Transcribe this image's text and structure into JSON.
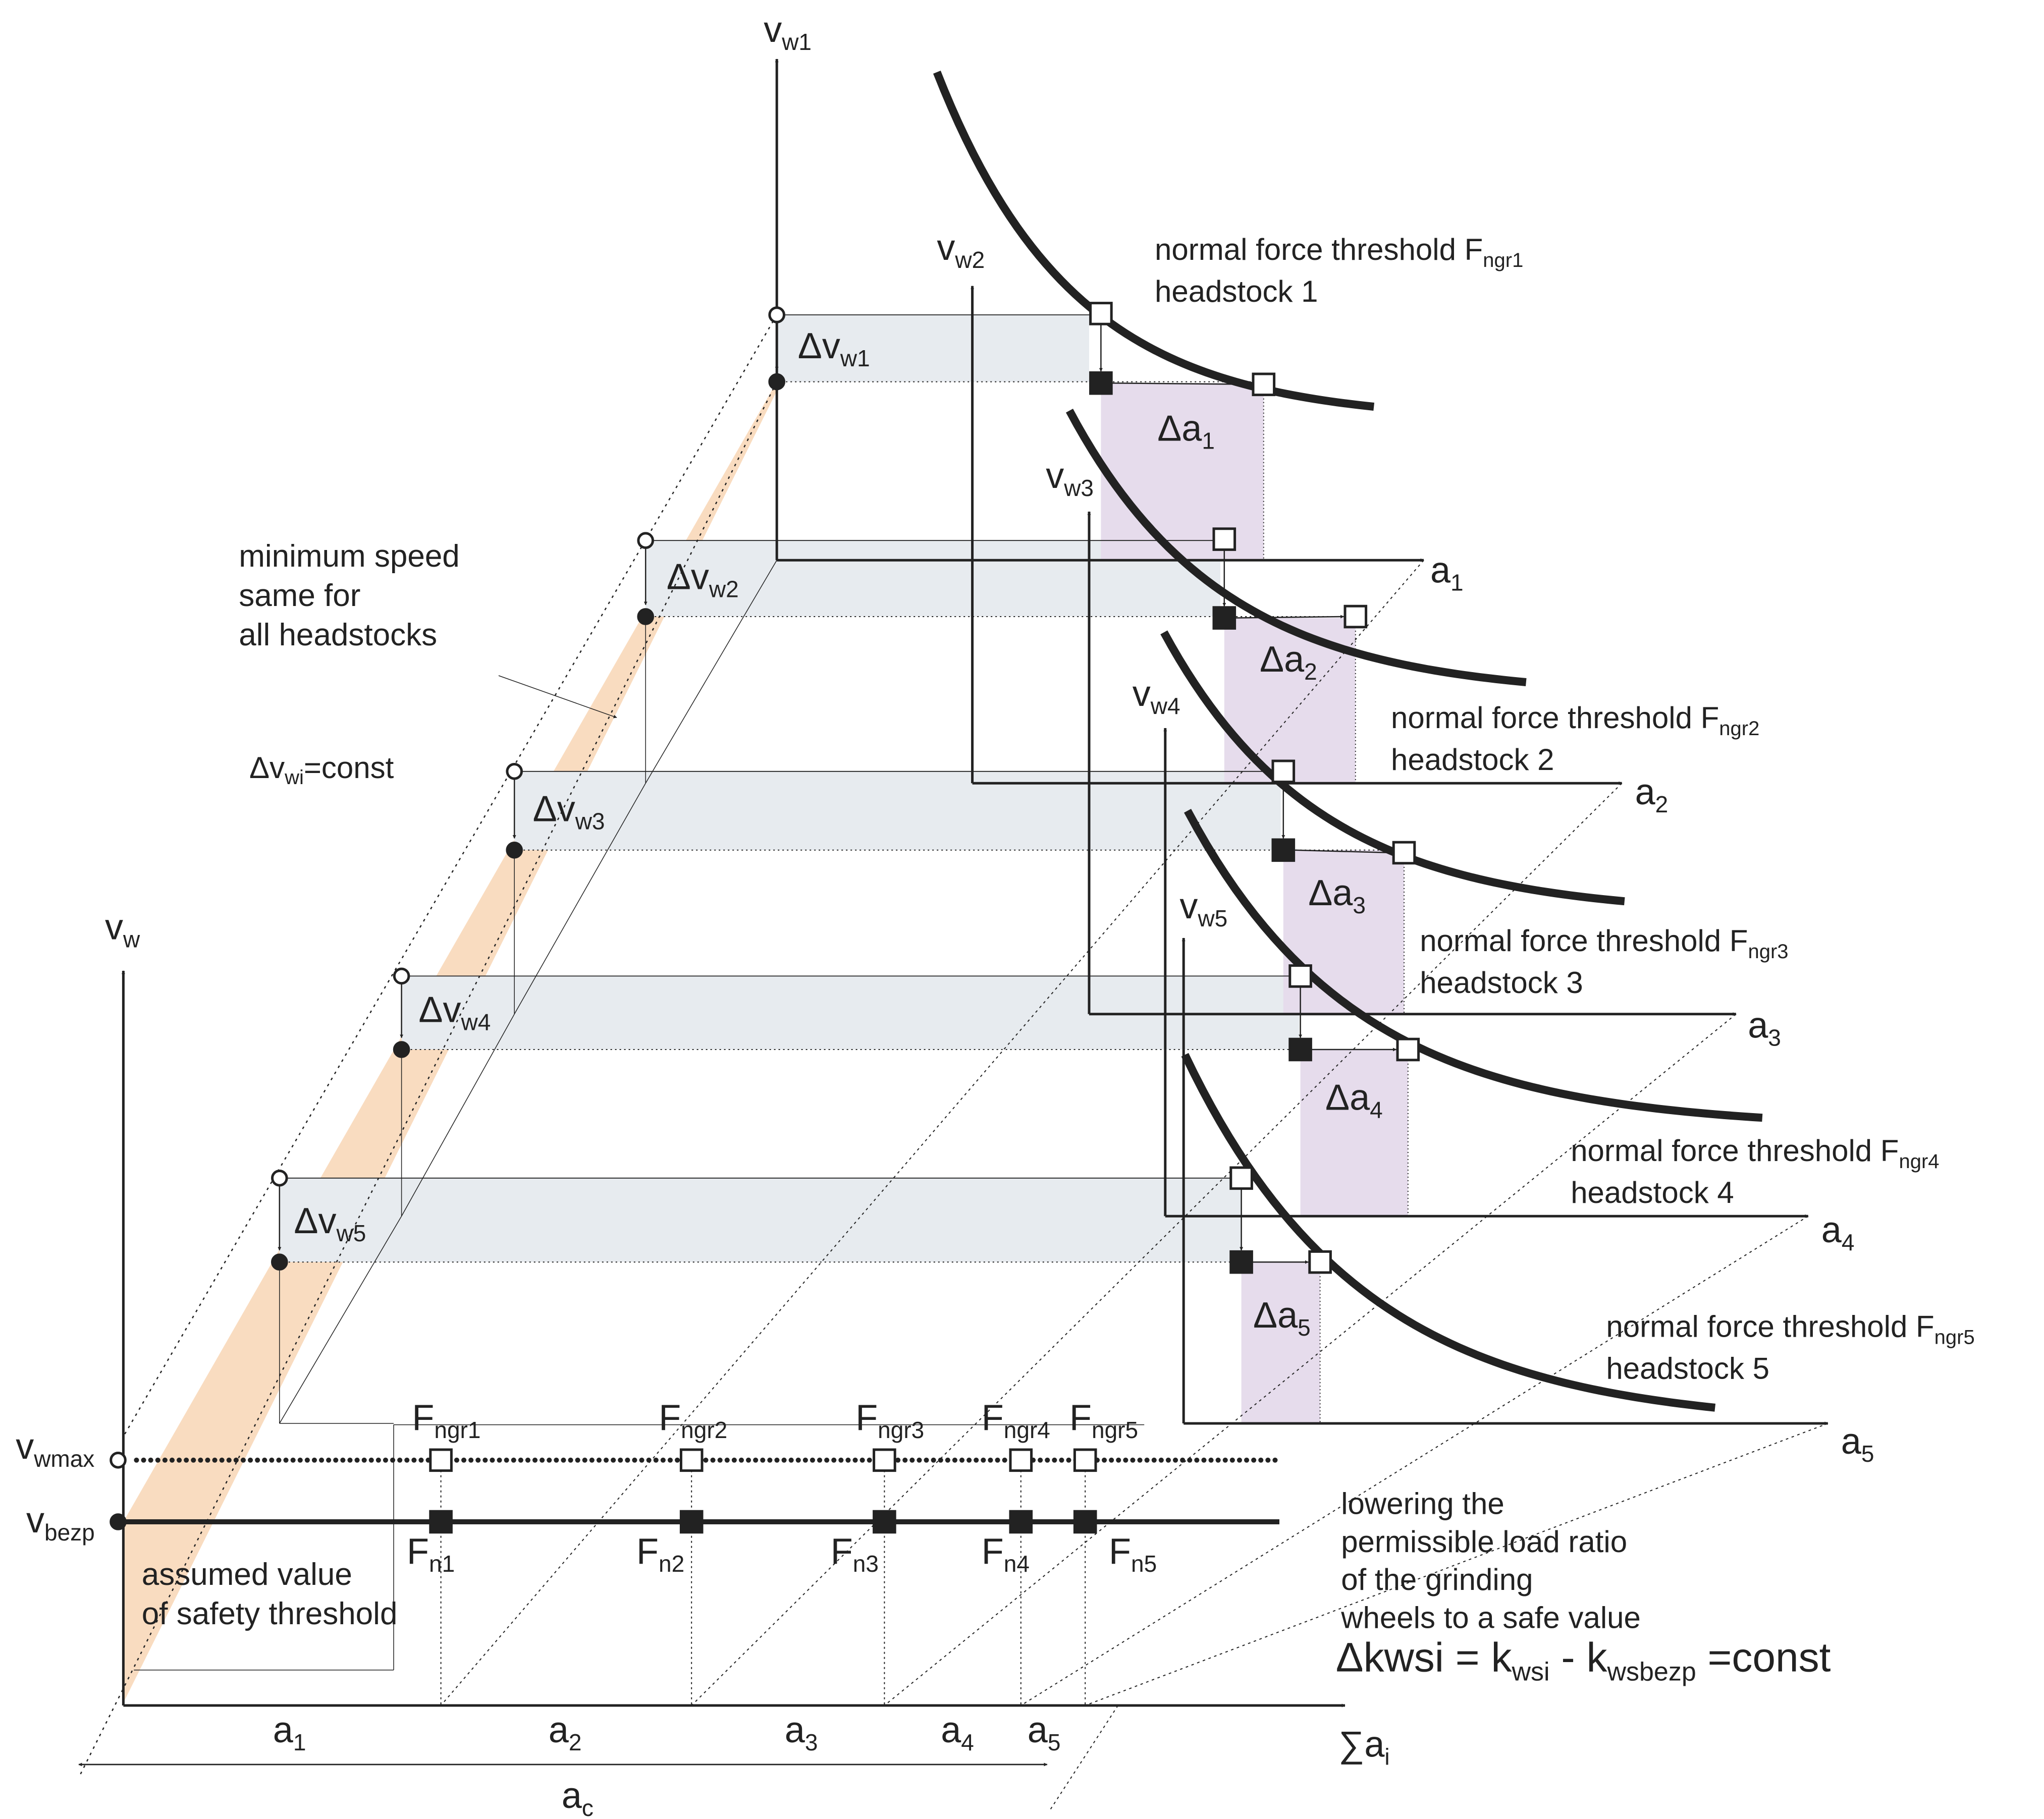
{
  "colors": {
    "ink": "#222222",
    "band_gray": "#e7ebef",
    "band_orange": "#f9dcc0",
    "band_purple": "#e6dcec"
  },
  "labels": {
    "vw_axis": "v",
    "vw_axis_sub": "w",
    "vwmax": "v",
    "vwmax_sub": "wmax",
    "vbezp": "v",
    "vbezp_sub": "bezp",
    "sum_ai": "∑a",
    "sum_ai_sub": "i",
    "ac": "a",
    "ac_sub": "c",
    "dvwi_const": "Δv",
    "dvwi_const_sub": "wi",
    "dvwi_const_tail": "=const"
  },
  "annotations": {
    "min_speed": [
      "minimum speed",
      "same for",
      "all headstocks"
    ],
    "safety": [
      "assumed value",
      "of safety threshold"
    ],
    "lowering": [
      "lowering the",
      "permissible load ratio",
      "of the grinding",
      "wheels to a safe value"
    ],
    "formula_a": "Δkwsi = k",
    "formula_sub1": "wsi",
    "formula_b": " - k",
    "formula_sub2": "wsbezp",
    "formula_c": " =const"
  },
  "bottom_axis": {
    "segments": [
      {
        "main": "a",
        "sub": "1"
      },
      {
        "main": "a",
        "sub": "2"
      },
      {
        "main": "a",
        "sub": "3"
      },
      {
        "main": "a",
        "sub": "4"
      },
      {
        "main": "a",
        "sub": "5"
      }
    ],
    "thresholds_top": [
      {
        "main": "F",
        "sub": "ngr1"
      },
      {
        "main": "F",
        "sub": "ngr2"
      },
      {
        "main": "F",
        "sub": "ngr3"
      },
      {
        "main": "F",
        "sub": "ngr4"
      },
      {
        "main": "F",
        "sub": "ngr5"
      }
    ],
    "forces_bottom": [
      {
        "main": "F",
        "sub": "n1"
      },
      {
        "main": "F",
        "sub": "n2"
      },
      {
        "main": "F",
        "sub": "n3"
      },
      {
        "main": "F",
        "sub": "n4"
      },
      {
        "main": "F",
        "sub": "n5"
      }
    ]
  },
  "headstocks": [
    {
      "v_main": "v",
      "v_sub": "w1",
      "dv_main": "Δv",
      "dv_sub": "w1",
      "a_main": "a",
      "a_sub": "1",
      "da_main": "Δa",
      "da_sub": "1",
      "threshold_text": "normal force threshold F",
      "threshold_sub": "ngr1",
      "headstock": "headstock 1"
    },
    {
      "v_main": "v",
      "v_sub": "w2",
      "dv_main": "Δv",
      "dv_sub": "w2",
      "a_main": "a",
      "a_sub": "2",
      "da_main": "Δa",
      "da_sub": "2",
      "threshold_text": "normal force threshold F",
      "threshold_sub": "ngr2",
      "headstock": "headstock 2"
    },
    {
      "v_main": "v",
      "v_sub": "w3",
      "dv_main": "Δv",
      "dv_sub": "w3",
      "a_main": "a",
      "a_sub": "3",
      "da_main": "Δa",
      "da_sub": "3",
      "threshold_text": "normal force threshold F",
      "threshold_sub": "ngr3",
      "headstock": "headstock 3"
    },
    {
      "v_main": "v",
      "v_sub": "w4",
      "dv_main": "Δv",
      "dv_sub": "w4",
      "a_main": "a",
      "a_sub": "4",
      "da_main": "Δa",
      "da_sub": "4",
      "threshold_text": "normal force threshold F",
      "threshold_sub": "ngr4",
      "headstock": "headstock 4"
    },
    {
      "v_main": "v",
      "v_sub": "w5",
      "dv_main": "Δv",
      "dv_sub": "w5",
      "a_main": "a",
      "a_sub": "5",
      "da_main": "Δa",
      "da_sub": "5",
      "threshold_text": "normal force threshold F",
      "threshold_sub": "ngr5",
      "headstock": "headstock 5"
    }
  ]
}
